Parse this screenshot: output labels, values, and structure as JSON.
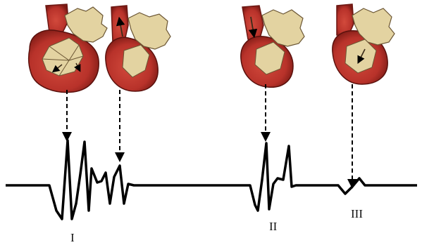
{
  "colors": {
    "muscle": "#b8322a",
    "muscle_dark": "#7d1b15",
    "muscle_light": "#d24a3c",
    "chamber": "#e3d3a1",
    "chamber_edge": "#6b5634",
    "trace": "#000000",
    "arrow": "#000000"
  },
  "phases": [
    {
      "label": "I"
    },
    {
      "label": "II"
    },
    {
      "label": "III"
    }
  ]
}
